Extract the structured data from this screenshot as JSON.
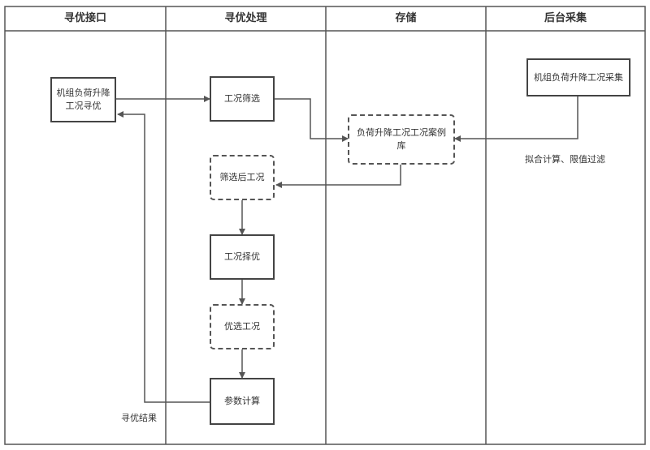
{
  "lanes": [
    {
      "id": "lane-1",
      "title": "寻优接口"
    },
    {
      "id": "lane-2",
      "title": "寻优处理"
    },
    {
      "id": "lane-3",
      "title": "存储"
    },
    {
      "id": "lane-4",
      "title": "后台采集"
    }
  ],
  "nodes": {
    "unit_optimize": "机组负荷升降\n工况寻优",
    "condition_filter": "工况筛选",
    "case_library": "负荷升降工况工况案例库",
    "filtered_condition": "筛选后工况",
    "condition_select": "工况择优",
    "optimal_condition": "优选工况",
    "param_calc": "参数计算",
    "unit_collect": "机组负荷升降工况采集"
  },
  "labels": {
    "fit_filter": "拟合计算、限值过滤",
    "optimize_result": "寻优结果"
  },
  "colors": {
    "line": "#444444",
    "lane_border": "#555555"
  }
}
